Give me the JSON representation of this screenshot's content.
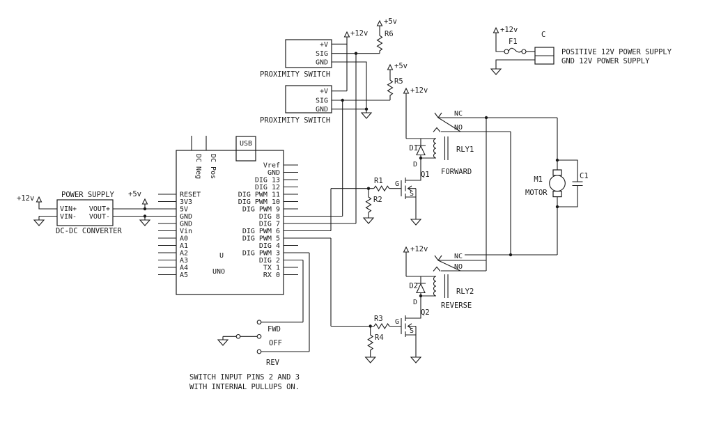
{
  "rails": {
    "v12": "+12v",
    "v5": "+5v"
  },
  "power_supply": {
    "title": "POWER SUPPLY",
    "subtitle": "DC-DC CONVERTER",
    "vin_plus": "VIN+",
    "vin_minus": "VIN-",
    "vout_plus": "VOUT+",
    "vout_minus": "VOUT-"
  },
  "arduino": {
    "usb": "USB",
    "dc_neg": "DC Neg",
    "dc_pos": "DC Pos",
    "u_label": "U",
    "board": "UNO",
    "left_pins": [
      "RESET",
      "3V3",
      "5V",
      "GND",
      "GND",
      "Vin",
      "A0",
      "A1",
      "A2",
      "A3",
      "A4",
      "A5"
    ],
    "right_pins": [
      "Vref",
      "GND",
      "DIG 13",
      "DIG 12",
      "DIG PWM 11",
      "DIG PWM 10",
      "DIG PWM 9",
      "DIG 8",
      "DIG 7",
      "DIG PWM 6",
      "DIG PWM 5",
      "DIG 4",
      "DIG PWM 3",
      "DIG 2",
      "TX 1",
      "RX 0"
    ]
  },
  "proximity": {
    "label": "PROXIMITY SWITCH",
    "pin_v": "+V",
    "pin_sig": "SIG",
    "pin_gnd": "GND"
  },
  "resistors": {
    "r1": "R1",
    "r2": "R2",
    "r3": "R3",
    "r4": "R4",
    "r5": "R5",
    "r6": "R6"
  },
  "diodes": {
    "d1": "D1",
    "d2": "D2"
  },
  "transistors": {
    "q1": "Q1",
    "q2": "Q2",
    "d": "D",
    "g": "G",
    "s": "S"
  },
  "relays": {
    "rly1": "RLY1",
    "rly2": "RLY2",
    "forward": "FORWARD",
    "reverse": "REVERSE",
    "nc": "NC",
    "no": "NO"
  },
  "motor": {
    "ref": "M1",
    "label": "MOTOR",
    "cap": "C1"
  },
  "supply_input": {
    "fuse": "F1",
    "connector": "C",
    "line1": "POSITIVE 12V POWER SUPPLY",
    "line2": "GND 12V POWER SUPPLY"
  },
  "mode_switch": {
    "fwd": "FWD",
    "off": "OFF",
    "rev": "REV"
  },
  "note": {
    "line1": "SWITCH INPUT PINS 2 AND 3",
    "line2": "WITH INTERNAL PULLUPS ON."
  }
}
